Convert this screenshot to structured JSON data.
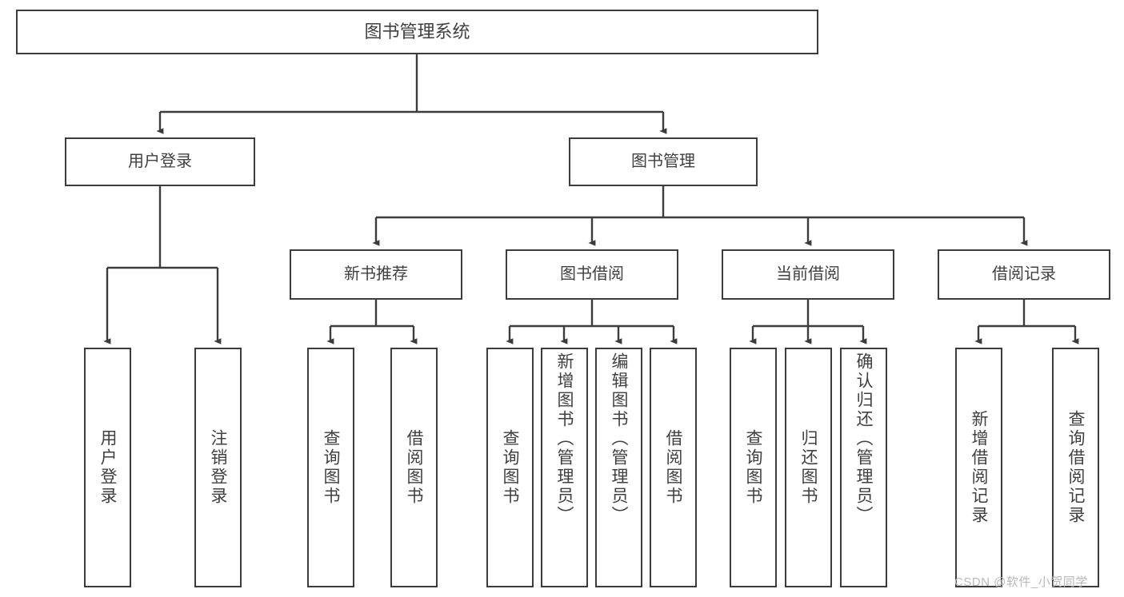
{
  "diagram": {
    "title": "图书管理系统",
    "type": "tree-hierarchy-chart",
    "root": {
      "label": "图书管理系统"
    },
    "level1": [
      {
        "label": "用户登录"
      },
      {
        "label": "图书管理"
      }
    ],
    "level2": [
      {
        "label": "新书推荐"
      },
      {
        "label": "图书借阅"
      },
      {
        "label": "当前借阅"
      },
      {
        "label": "借阅记录"
      }
    ],
    "leaves": {
      "login": [
        {
          "label": "用户登录"
        },
        {
          "label": "注销登录"
        }
      ],
      "new_books": [
        {
          "label": "查询图书"
        },
        {
          "label": "借阅图书"
        }
      ],
      "book_borrow": [
        {
          "label": "查询图书"
        },
        {
          "label": "新增图书（管理员）"
        },
        {
          "label": "编辑图书（管理员）"
        },
        {
          "label": "借阅图书"
        }
      ],
      "current_borrow": [
        {
          "label": "查询图书"
        },
        {
          "label": "归还图书"
        },
        {
          "label": "确认归还（管理员）"
        }
      ],
      "borrow_records": [
        {
          "label": "新增借阅记录"
        },
        {
          "label": "查询借阅记录"
        }
      ]
    }
  },
  "watermark": {
    "text": "CSDN @软件_小贺同学"
  },
  "colors": {
    "background": "#ffffff",
    "box_border": "#3c3c3c",
    "box_fill": "#ffffff",
    "text": "#404040",
    "connector": "#3c3c3c",
    "watermark_text": "#b9b9b9"
  }
}
